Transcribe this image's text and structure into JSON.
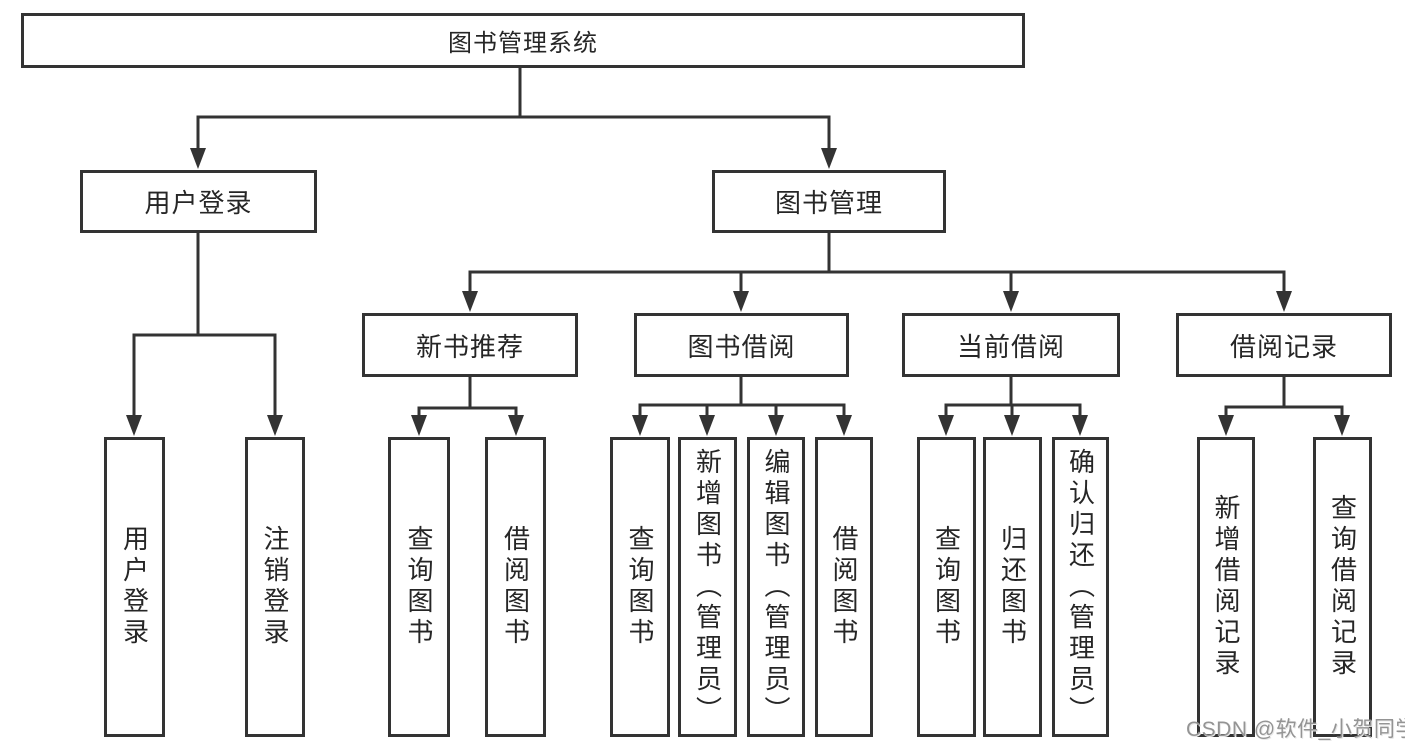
{
  "diagram": {
    "root": {
      "label": "图书管理系统"
    },
    "level2": {
      "user_login": {
        "label": "用户登录"
      },
      "book_mgmt": {
        "label": "图书管理"
      }
    },
    "level3": {
      "new_books": {
        "label": "新书推荐"
      },
      "borrowing": {
        "label": "图书借阅"
      },
      "current": {
        "label": "当前借阅"
      },
      "records": {
        "label": "借阅记录"
      }
    },
    "leaves": {
      "user_login": {
        "label": "用户登录"
      },
      "logout": {
        "label": "注销登录"
      },
      "nb_query": {
        "label": "查询图书"
      },
      "nb_borrow": {
        "label": "借阅图书"
      },
      "bb_query": {
        "label": "查询图书"
      },
      "bb_add": {
        "label": "新增图书（管理员）"
      },
      "bb_edit": {
        "label": "编辑图书（管理员）"
      },
      "bb_borrow": {
        "label": "借阅图书"
      },
      "cb_query": {
        "label": "查询图书"
      },
      "cb_return": {
        "label": "归还图书"
      },
      "cb_confirm": {
        "label": "确认归还（管理员）"
      },
      "rec_add": {
        "label": "新增借阅记录"
      },
      "rec_query": {
        "label": "查询借阅记录"
      }
    }
  },
  "watermark": {
    "text": "CSDN @软件_小贺同学"
  },
  "colors": {
    "line": "#333333",
    "text": "#262626",
    "box_background": "#ffffff",
    "watermark": "#949494"
  }
}
